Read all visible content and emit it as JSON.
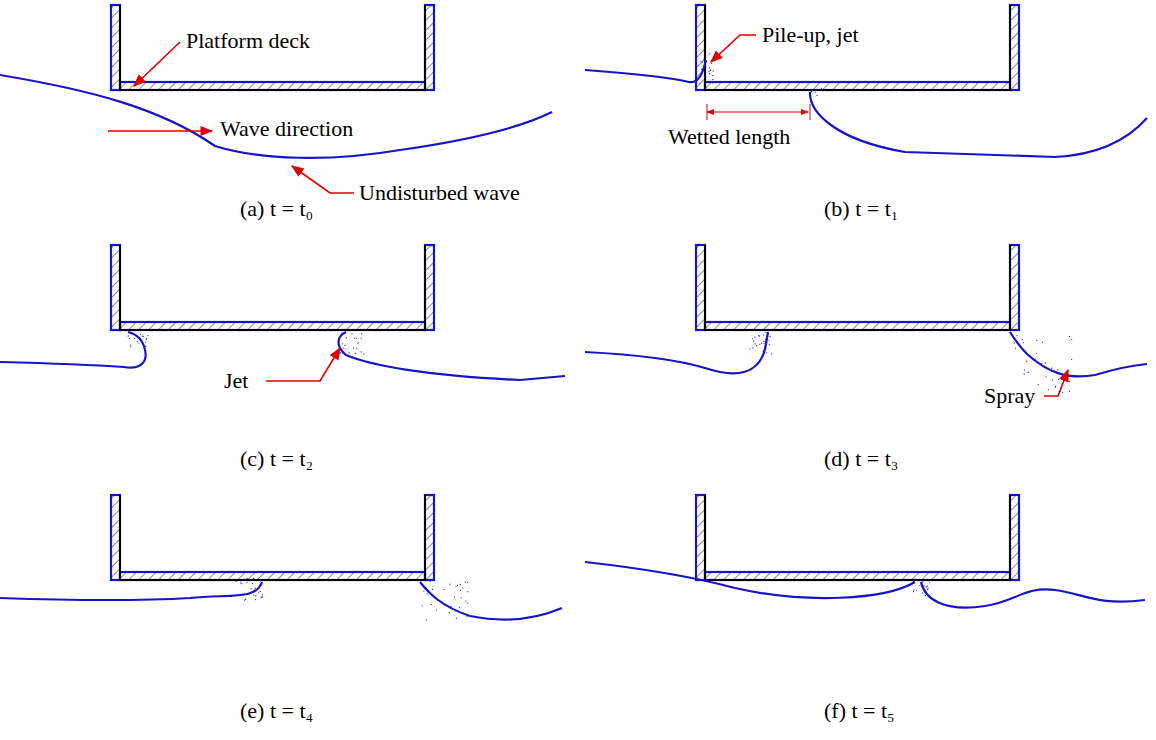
{
  "diagram": {
    "labels": [
      "Platform deck",
      "Wave direction",
      "Undisturbed wave",
      "(a) t = t₀",
      "Pile-up, jet",
      "Wetted length",
      "(b) t = t₁",
      "Jet",
      "(c) t = t₂",
      "Spray",
      "(d) t = t₃",
      "(e) t = t₄",
      "(f) t = t₅"
    ]
  }
}
